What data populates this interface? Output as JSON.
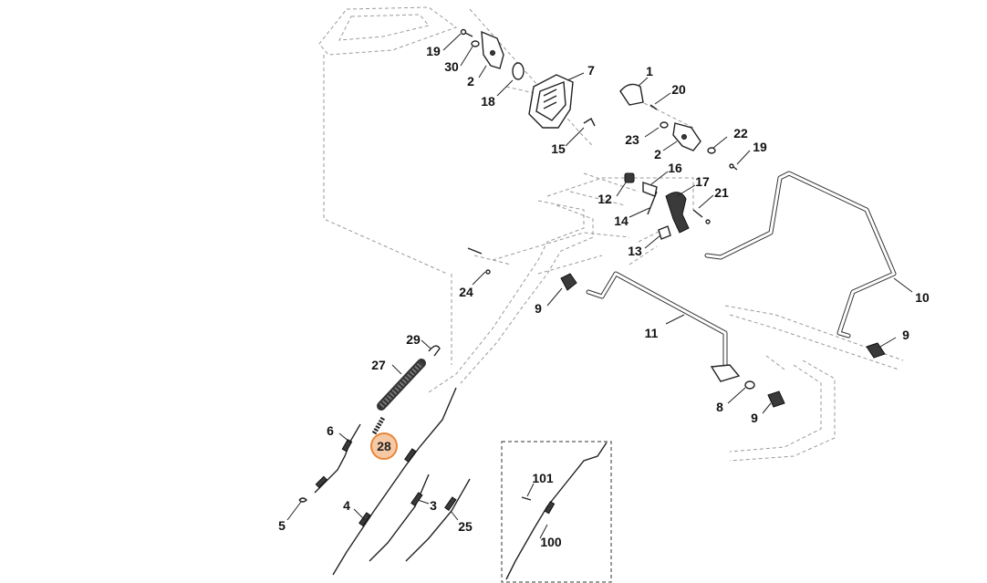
{
  "highlight_color": "#e8873a",
  "highlighted_part": "28",
  "labels": {
    "p1": "1",
    "p2a": "2",
    "p2b": "2",
    "p3": "3",
    "p4": "4",
    "p5": "5",
    "p6": "6",
    "p7": "7",
    "p8": "8",
    "p9a": "9",
    "p9b": "9",
    "p9c": "9",
    "p10": "10",
    "p11": "11",
    "p12": "12",
    "p13": "13",
    "p14": "14",
    "p15": "15",
    "p16": "16",
    "p17": "17",
    "p18": "18",
    "p19a": "19",
    "p19b": "19",
    "p20": "20",
    "p21": "21",
    "p22": "22",
    "p23": "23",
    "p24": "24",
    "p25": "25",
    "p27": "27",
    "p28": "28",
    "p29": "29",
    "p30": "30",
    "p100": "100",
    "p101": "101"
  }
}
